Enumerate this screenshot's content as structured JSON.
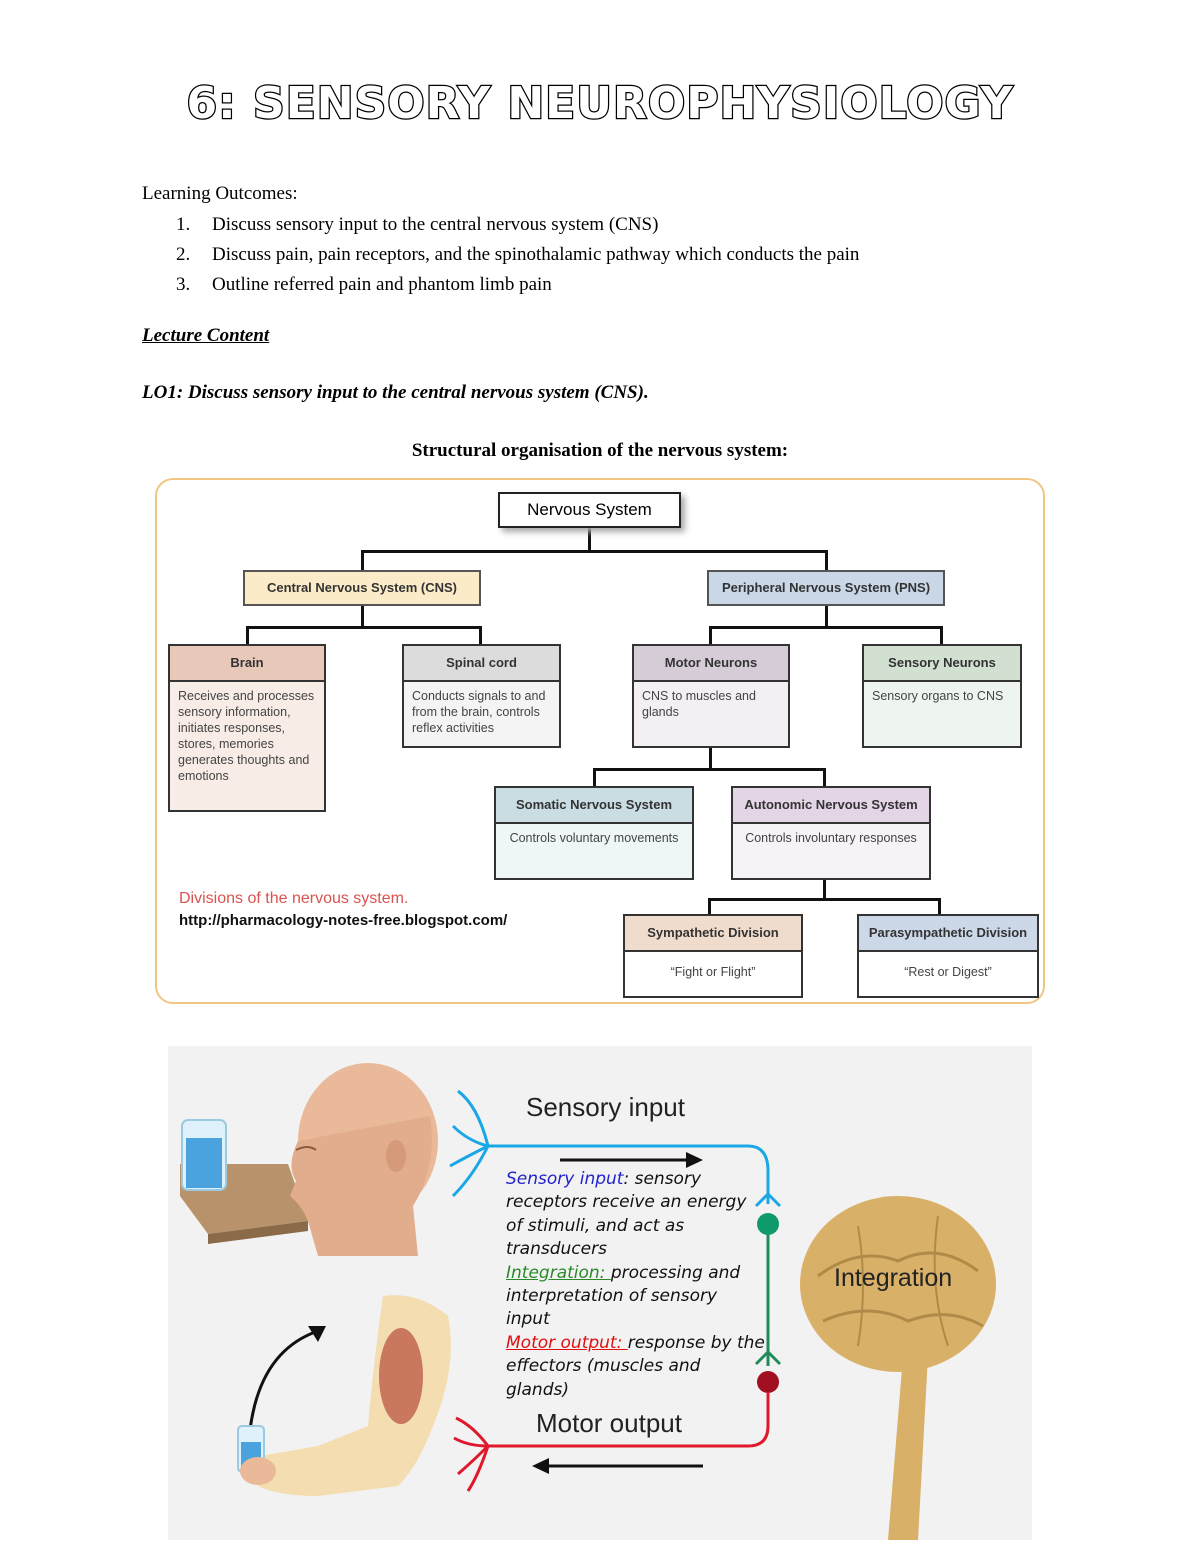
{
  "title": "6: SENSORY NEUROPHYSIOLOGY",
  "learning_outcomes": {
    "heading": "Learning Outcomes:",
    "items": [
      {
        "num": "1.",
        "text": "Discuss sensory input to the central nervous system (CNS)"
      },
      {
        "num": "2.",
        "text": "Discuss pain, pain receptors, and the spinothalamic pathway which conducts the pain"
      },
      {
        "num": "3.",
        "text": "Outline referred pain and phantom limb pain"
      }
    ]
  },
  "lecture_content": "Lecture Content",
  "lo1_heading": "LO1: Discuss sensory input to the central nervous system (CNS).",
  "structural_heading": "Structural organisation of the nervous system:",
  "diagram1": {
    "root": "Nervous System",
    "cns": "Central Nervous System (CNS)",
    "pns": "Peripheral Nervous System (PNS)",
    "brain": {
      "title": "Brain",
      "body": "Receives and processes sensory information, initiates responses, stores, memories generates thoughts and emotions"
    },
    "spinal": {
      "title": "Spinal cord",
      "body": "Conducts signals to and from the brain, controls reflex activities"
    },
    "motor": {
      "title": "Motor Neurons",
      "body": "CNS to muscles and glands"
    },
    "sensory": {
      "title": "Sensory Neurons",
      "body": "Sensory organs to CNS"
    },
    "somatic": {
      "title": "Somatic Nervous System",
      "body": "Controls voluntary movements"
    },
    "autonomic": {
      "title": "Autonomic Nervous System",
      "body": "Controls involuntary responses"
    },
    "sympathetic": {
      "title": "Sympathetic Division",
      "body": "“Fight or Flight”"
    },
    "parasympathetic": {
      "title": "Parasympathetic Division",
      "body": "“Rest or Digest”"
    },
    "caption": "Divisions of the nervous system.",
    "url": "http://pharmacology-notes-free.blogspot.com/",
    "colors": {
      "cns": "#fbebc8",
      "pns": "#c9d7e6",
      "brain": "#e8c8b8",
      "spinal": "#dcdcdc",
      "motor": "#d6ccd8",
      "sensory": "#d1e0d0",
      "somatic": "#c9dde2",
      "autonomic": "#e3d4e6",
      "sympathetic": "#f0dccc",
      "parasympathetic": "#ccd7e8",
      "brain_body": "#f7ece6",
      "spinal_body": "#f4f4f4",
      "motor_body": "#f3eff3",
      "sensory_body": "#eef5ee",
      "somatic_body": "#eef6f8",
      "autonomic_body": "#f7f1f8"
    }
  },
  "diagram2": {
    "sensory_label": "Sensory input",
    "motor_label": "Motor output",
    "integration_label": "Integration",
    "t1_key": "Sensory input",
    "t1_rest": ": sensory receptors receive an energy of stimuli, and act as transducers",
    "t2_key": "Integration: ",
    "t2_rest": "processing and interpretation of sensory input",
    "t3_key": "Motor output: ",
    "t3_rest": "response by the effectors (muscles and glands)"
  }
}
